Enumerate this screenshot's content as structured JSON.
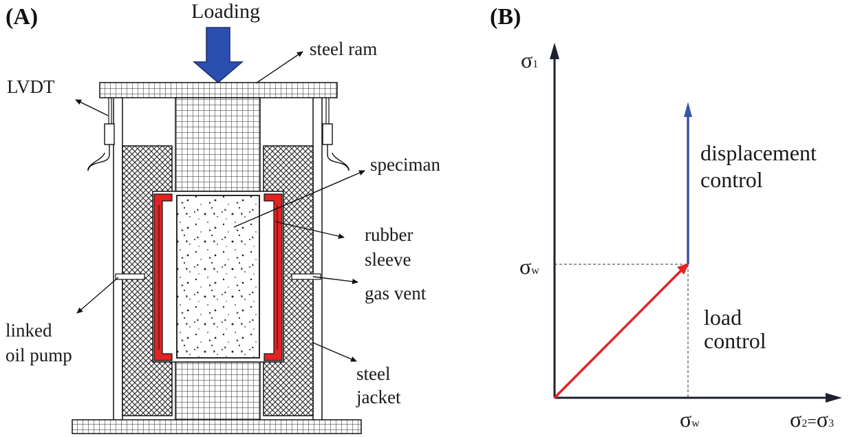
{
  "panel_a": {
    "label": "(A)",
    "labels": {
      "loading": "Loading",
      "steel_ram": "steel ram",
      "lvdt": "LVDT",
      "specimen": "speciman",
      "rubber": "rubber",
      "sleeve": "sleeve",
      "gas_vent": "gas vent",
      "linked": "linked",
      "oil_pump": "oil pump",
      "steel": "steel",
      "jacket": "jacket"
    }
  },
  "panel_b": {
    "label": "(B)",
    "axis_y": {
      "symbol": "σ",
      "subscript": "1"
    },
    "axis_x": {
      "s1": "σ",
      "sub1": "2",
      "eq": "=",
      "s2": "σ",
      "sub2": "3"
    },
    "sigma_w_y": {
      "symbol": "σ",
      "subscript": "w"
    },
    "sigma_w_x": {
      "symbol": "σ",
      "subscript": "w"
    },
    "disp_line1": "displacement",
    "disp_line2": "control",
    "load_line1": "load",
    "load_line2": "control"
  },
  "colors": {
    "loading_arrow": "#2b4fb0",
    "rubber_sleeve": "#e32222",
    "load_path": "#e32222",
    "displacement_path": "#3a55a8",
    "axes": "#1c2030"
  }
}
